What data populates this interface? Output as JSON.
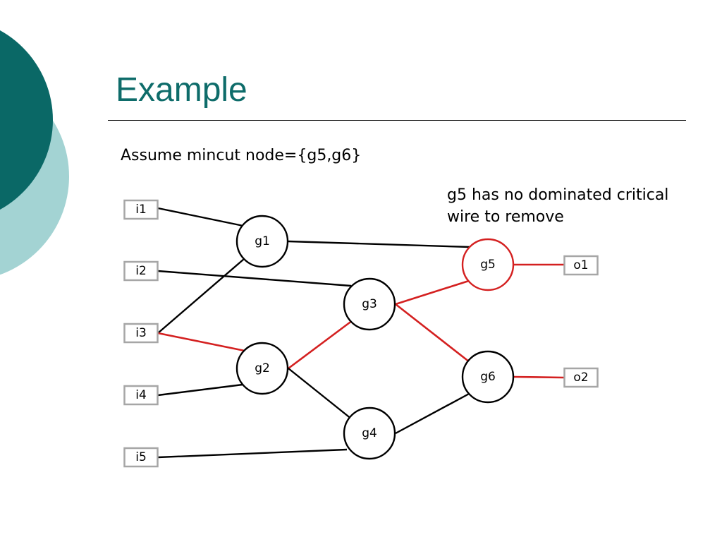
{
  "slide": {
    "title": "Example",
    "subtitle": "Assume mincut node={g5,g6}",
    "note_line1": "g5 has no dominated critical",
    "note_line2": "wire to remove"
  },
  "colors": {
    "title": "#0e6c6a",
    "deco_dark": "#0a6866",
    "deco_light": "#a3d3d3",
    "highlight": "#d42020",
    "box_border": "#a6a6a6"
  },
  "diagram": {
    "inputs": [
      "i1",
      "i2",
      "i3",
      "i4",
      "i5"
    ],
    "outputs": [
      "o1",
      "o2"
    ],
    "gates": [
      "g1",
      "g2",
      "g3",
      "g4",
      "g5",
      "g6"
    ],
    "mincut": [
      "g5",
      "g6"
    ],
    "edges": [
      {
        "from": "i1",
        "to": "g1",
        "highlight": false
      },
      {
        "from": "i3",
        "to": "g1",
        "highlight": false
      },
      {
        "from": "g1",
        "to": "g5",
        "highlight": false
      },
      {
        "from": "i2",
        "to": "g3",
        "highlight": false
      },
      {
        "from": "i3",
        "to": "g2",
        "highlight": true
      },
      {
        "from": "i4",
        "to": "g2",
        "highlight": false
      },
      {
        "from": "i5",
        "to": "g4",
        "highlight": false
      },
      {
        "from": "g2",
        "to": "g3",
        "highlight": true
      },
      {
        "from": "g2",
        "to": "g4",
        "highlight": false
      },
      {
        "from": "g3",
        "to": "g5",
        "highlight": true
      },
      {
        "from": "g3",
        "to": "g6",
        "highlight": true
      },
      {
        "from": "g4",
        "to": "g6",
        "highlight": false
      },
      {
        "from": "g5",
        "to": "o1",
        "highlight": true
      },
      {
        "from": "g6",
        "to": "o2",
        "highlight": true
      }
    ]
  }
}
